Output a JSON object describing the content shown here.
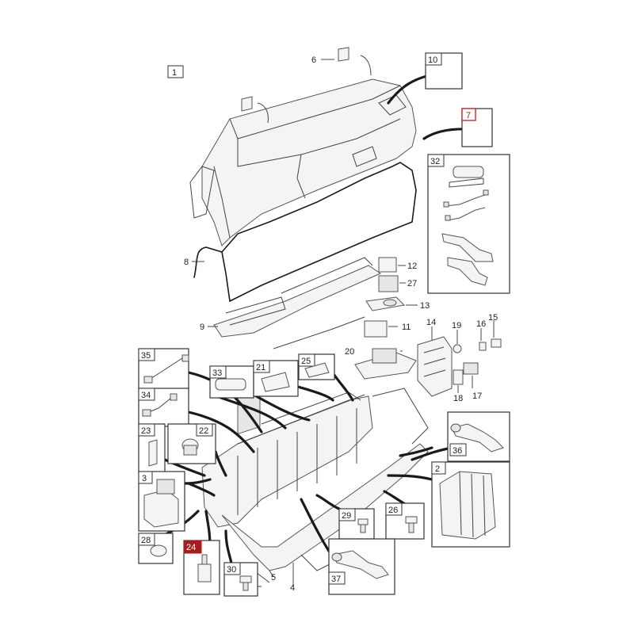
{
  "diagram": {
    "colors": {
      "line": "#333333",
      "leader": "#1a1a1a",
      "part_fill": "#f4f4f4",
      "highlight_red": "#b22222",
      "highlight_fill": "#a31f1f"
    },
    "labels": {
      "l1": "1",
      "l2": "2",
      "l3": "3",
      "l4": "4",
      "l5": "5",
      "l6": "6",
      "l7": "7",
      "l8": "8",
      "l9": "9",
      "l10": "10",
      "l11": "11",
      "l12": "12",
      "l13": "13",
      "l14": "14",
      "l15": "15",
      "l16": "16",
      "l17": "17",
      "l18": "18",
      "l19": "19",
      "l20": "20",
      "l21": "21",
      "l22": "22",
      "l23": "23",
      "l24": "24",
      "l25": "25",
      "l26": "26",
      "l27": "27",
      "l28": "28",
      "l29": "29",
      "l30": "30",
      "l32": "32",
      "l33": "33",
      "l34": "34",
      "l35": "35",
      "l36": "36",
      "l37": "37"
    },
    "highlighted": [
      "7",
      "24"
    ]
  }
}
